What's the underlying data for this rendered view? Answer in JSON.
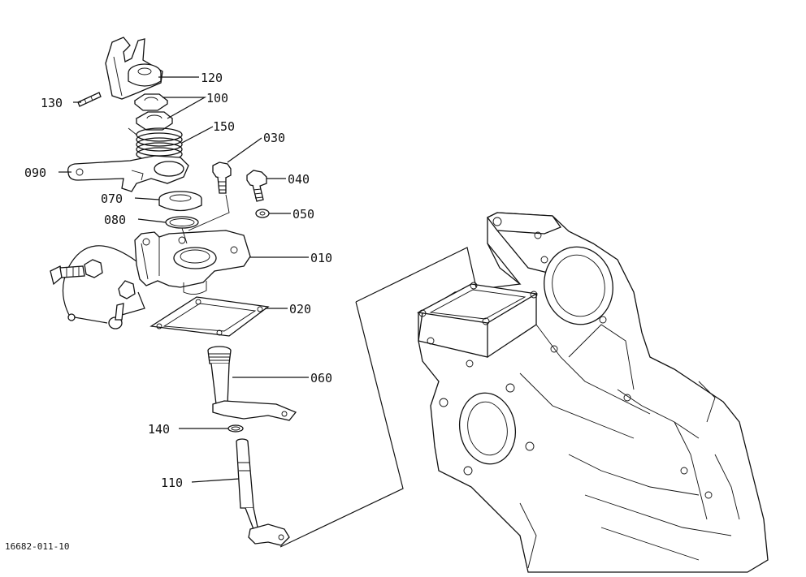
{
  "diagram": {
    "drawing_code": "16682-011-10",
    "callouts": [
      "010",
      "020",
      "030",
      "040",
      "050",
      "060",
      "070",
      "080",
      "090",
      "100",
      "110",
      "120",
      "130",
      "140",
      "150"
    ]
  }
}
